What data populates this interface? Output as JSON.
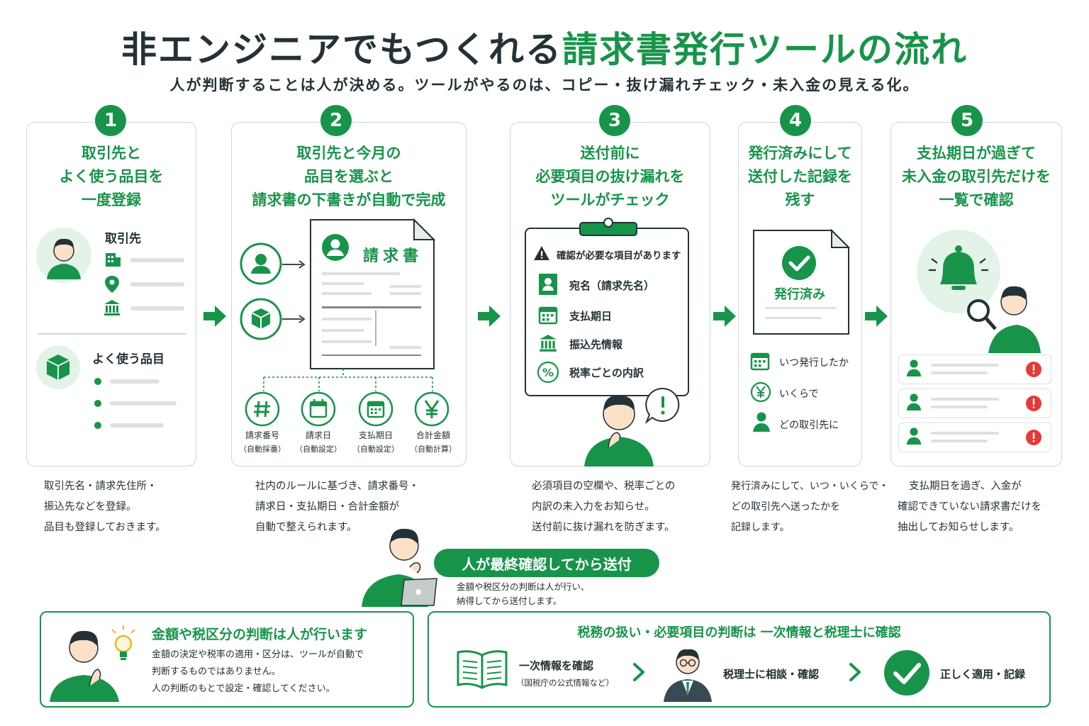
{
  "header": {
    "title_dark": "非エンジニアでもつくれる",
    "title_green": "請求書発行ツールの流れ",
    "subtitle": "人が判断することは人が決める。ツールがやるのは、コピー・抜け漏れチェック・未入金の見える化。"
  },
  "steps": [
    {
      "number": "1",
      "title": [
        "取引先と",
        "よく使う品目を",
        "一度登録"
      ],
      "client_label": "取引先",
      "item_label": "よく使う品目",
      "desc": [
        "取引先名・請求先住所・",
        "振込先などを登録。",
        "品目も登録しておきます。"
      ]
    },
    {
      "number": "2",
      "title": [
        "取引先と今月の",
        "品目を選ぶと",
        "請求書の下書きが自動で完成"
      ],
      "doc_title": "請求書",
      "fields": [
        {
          "label": "請求番号",
          "sub": "（自動採番）"
        },
        {
          "label": "請求日",
          "sub": "（自動設定）"
        },
        {
          "label": "支払期日",
          "sub": "（自動設定）"
        },
        {
          "label": "合計金額",
          "sub": "（自動計算）"
        }
      ],
      "desc": [
        "社内のルールに基づき、請求番号・",
        "請求日・支払期日・合計金額が",
        "自動で整えられます。"
      ]
    },
    {
      "number": "3",
      "title": [
        "送付前に",
        "必要項目の抜け漏れを",
        "ツールがチェック"
      ],
      "alert": "確認が必要な項目があります",
      "checks": [
        "宛名（請求先名）",
        "支払期日",
        "振込先情報",
        "税率ごとの内訳"
      ],
      "desc": [
        "必須項目の空欄や、税率ごとの",
        "内訳の未入力をお知らせ。",
        "送付前に抜け漏れを防ぎます。"
      ]
    },
    {
      "number": "4",
      "title": [
        "発行済みにして",
        "送付した記録を",
        "残す"
      ],
      "stamp": "発行済み",
      "records": [
        "いつ発行したか",
        "いくらで",
        "どの取引先に"
      ],
      "desc": [
        "発行済みにして、いつ・いくらで・",
        "どの取引先へ送ったかを",
        "記録します。"
      ]
    },
    {
      "number": "5",
      "title": [
        "支払期日が過ぎて",
        "未入金の取引先だけを",
        "一覧で確認"
      ],
      "desc": [
        "支払期日を過ぎ、入金が",
        "確認できていない請求書だけを",
        "抽出してお知らせします。"
      ]
    }
  ],
  "final_check": {
    "label": "人が最終確認してから送付",
    "note": [
      "金額や税区分の判断は人が行い、",
      "納得してから送付します。"
    ]
  },
  "bottom_left": {
    "title": "金額や税区分の判断は人が行います",
    "lines": [
      "金額の決定や税率の適用・区分は、ツールが自動で",
      "判断するものではありません。",
      "人の判断のもとで設定・確認してください。"
    ]
  },
  "bottom_right": {
    "title": "税務の扱い・必要項目の判断は 一次情報と税理士に確認",
    "step1": "一次情報を確認",
    "step1_sub": "（国税庁の公式情報など）",
    "step2": "税理士に相談・確認",
    "step3": "正しく適用・記録"
  },
  "colors": {
    "accent": "#17944a",
    "accent_light": "#e3f3e8",
    "alert": "#e53935",
    "text": "#243238"
  }
}
